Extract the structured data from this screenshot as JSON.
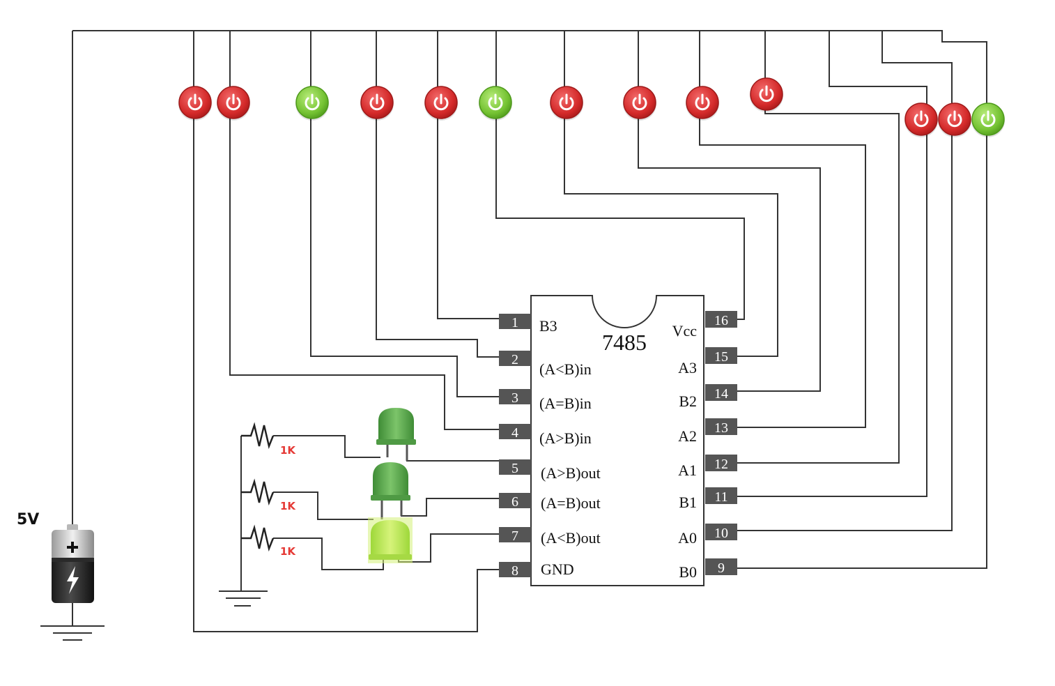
{
  "battery": {
    "voltage_label": "5V"
  },
  "chip": {
    "name": "7485",
    "pins_left": [
      {
        "number": "1",
        "label": "B3"
      },
      {
        "number": "2",
        "label": "(A<B)in"
      },
      {
        "number": "3",
        "label": "(A=B)in"
      },
      {
        "number": "4",
        "label": "(A>B)in"
      },
      {
        "number": "5",
        "label": "(A>B)out"
      },
      {
        "number": "6",
        "label": "(A=B)out"
      },
      {
        "number": "7",
        "label": "(A<B)out"
      },
      {
        "number": "8",
        "label": "GND"
      }
    ],
    "pins_right": [
      {
        "number": "16",
        "label": "Vcc"
      },
      {
        "number": "15",
        "label": "A3"
      },
      {
        "number": "14",
        "label": "B2"
      },
      {
        "number": "13",
        "label": "A2"
      },
      {
        "number": "12",
        "label": "A1"
      },
      {
        "number": "11",
        "label": "B1"
      },
      {
        "number": "10",
        "label": "A0"
      },
      {
        "number": "9",
        "label": "B0"
      }
    ]
  },
  "resistors": [
    {
      "label": "1K"
    },
    {
      "label": "1K"
    },
    {
      "label": "1K"
    }
  ],
  "switches": [
    {
      "state": "off"
    },
    {
      "state": "off"
    },
    {
      "state": "on"
    },
    {
      "state": "off"
    },
    {
      "state": "off"
    },
    {
      "state": "on"
    },
    {
      "state": "off"
    },
    {
      "state": "off"
    },
    {
      "state": "off"
    },
    {
      "state": "off"
    },
    {
      "state": "off"
    },
    {
      "state": "off"
    },
    {
      "state": "on"
    }
  ],
  "leds": [
    {
      "state": "off"
    },
    {
      "state": "off"
    },
    {
      "state": "on"
    }
  ],
  "colors": {
    "wire": "#333333",
    "switch_off": "#d93535",
    "switch_on": "#7ec83a",
    "led_off": "#5aa84a",
    "led_on": "#b9e650",
    "resistor_label": "#e53935",
    "pin_box": "#555555"
  }
}
